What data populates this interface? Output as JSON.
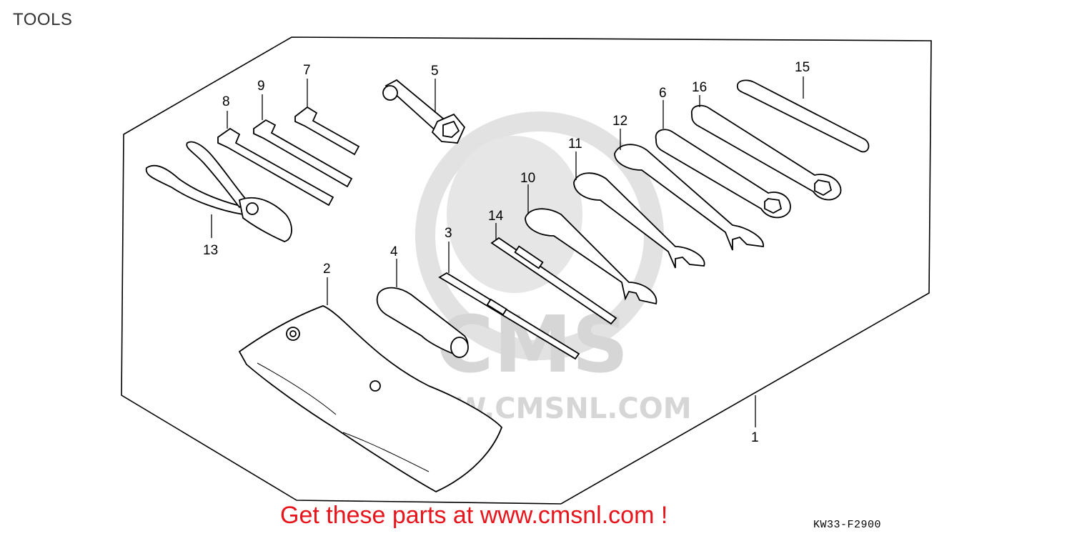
{
  "header": {
    "title": "TOOLS"
  },
  "watermark": {
    "logo_text": "CMS",
    "url": "WWW.CMSNL.COM"
  },
  "footer": {
    "promo": "Get these parts at www.cmsnl.com !",
    "drawing_code": "KW33-F2900"
  },
  "callouts": {
    "c1": "1",
    "c2": "2",
    "c3": "3",
    "c4": "4",
    "c5": "5",
    "c6": "6",
    "c7": "7",
    "c8": "8",
    "c9": "9",
    "c10": "10",
    "c11": "11",
    "c12": "12",
    "c13": "13",
    "c14": "14",
    "c15": "15",
    "c16": "16"
  },
  "colors": {
    "line": "#000000",
    "promo": "#e8141c",
    "watermark": "#d9d9d9"
  }
}
